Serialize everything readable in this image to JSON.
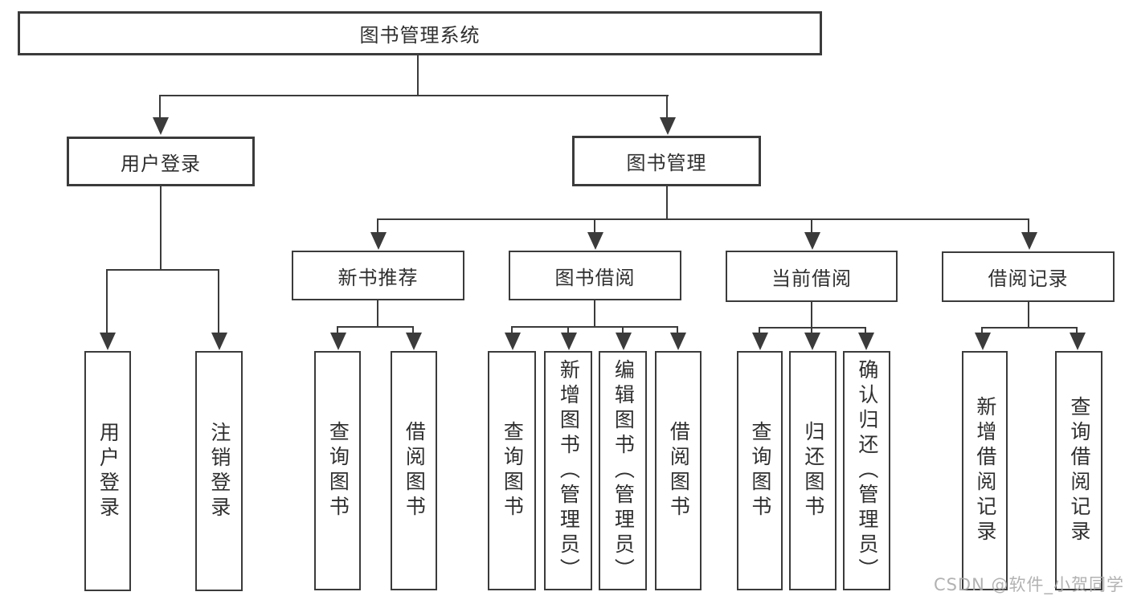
{
  "tree": {
    "root": {
      "label": "图书管理系统"
    },
    "children": [
      {
        "label": "用户登录",
        "children": [
          {
            "label": "用户登录"
          },
          {
            "label": "注销登录"
          }
        ]
      },
      {
        "label": "图书管理",
        "children": [
          {
            "label": "新书推荐",
            "children": [
              {
                "label": "查询图书"
              },
              {
                "label": "借阅图书"
              }
            ]
          },
          {
            "label": "图书借阅",
            "children": [
              {
                "label": "查询图书"
              },
              {
                "label": "新增图书（管理员）"
              },
              {
                "label": "编辑图书（管理员）"
              },
              {
                "label": "借阅图书"
              }
            ]
          },
          {
            "label": "当前借阅",
            "children": [
              {
                "label": "查询图书"
              },
              {
                "label": "归还图书"
              },
              {
                "label": "确认归还（管理员）"
              }
            ]
          },
          {
            "label": "借阅记录",
            "children": [
              {
                "label": "新增借阅记录"
              },
              {
                "label": "查询借阅记录"
              }
            ]
          }
        ]
      }
    ]
  },
  "watermark": {
    "text": "CSDN @软件_小贺同学"
  },
  "colors": {
    "line": "#3b3b3b",
    "text": "#2f2f2f",
    "background": "#ffffff",
    "watermark": "#aaaaaa"
  }
}
